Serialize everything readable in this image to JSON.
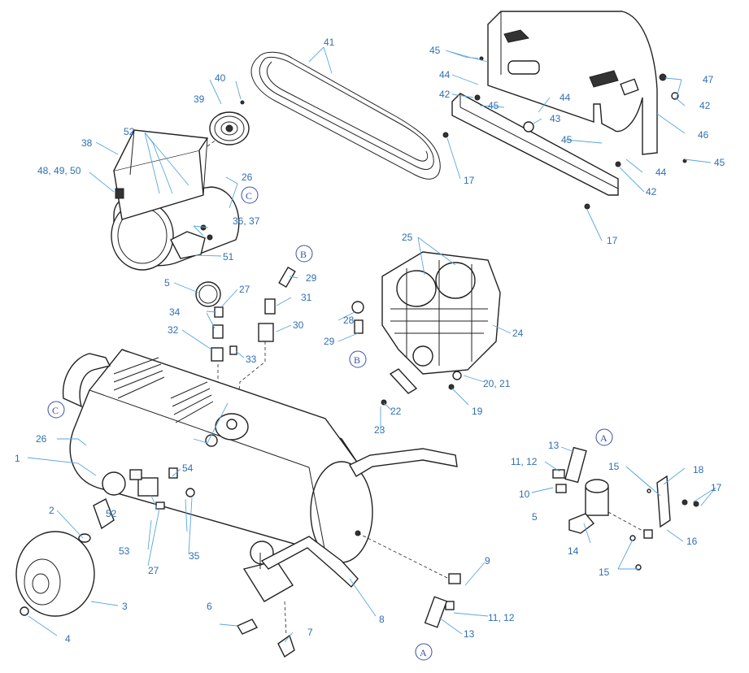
{
  "labels": {
    "l1": "1",
    "l2": "2",
    "l3": "3",
    "l4": "4",
    "l5a": "5",
    "l5b": "5",
    "l6": "6",
    "l7": "7",
    "l8": "8",
    "l9": "9",
    "l10": "10",
    "l1112a": "11, 12",
    "l1112b": "11, 12",
    "l13a": "13",
    "l13b": "13",
    "l14": "14",
    "l15a": "15",
    "l15b": "15",
    "l16": "16",
    "l17a": "17",
    "l17b": "17",
    "l17c": "17",
    "l18": "18",
    "l19": "19",
    "l2021": "20, 21",
    "l22": "22",
    "l23": "23",
    "l24": "24",
    "l25": "25",
    "l26a": "26",
    "l26b": "26",
    "l27a": "27",
    "l27b": "27",
    "l28": "28",
    "l29a": "29",
    "l29b": "29",
    "l30": "30",
    "l31": "31",
    "l32": "32",
    "l33": "33",
    "l34": "34",
    "l35": "35",
    "l3637": "36, 37",
    "l38": "38",
    "l39": "39",
    "l40": "40",
    "l41": "41",
    "l42a": "42",
    "l42b": "42",
    "l42c": "42",
    "l43": "43",
    "l44a": "44",
    "l44b": "44",
    "l44c": "44",
    "l45a": "45",
    "l45b": "45",
    "l45c": "45",
    "l45d": "45",
    "l46": "46",
    "l47": "47",
    "l484950": "48, 49, 50",
    "l51": "51",
    "l52a": "52",
    "l52b": "52",
    "l53": "53",
    "l54": "54"
  },
  "connectors": {
    "cA1": "A",
    "cA2": "A",
    "cB1": "B",
    "cB2": "B",
    "cC1": "C",
    "cC2": "C"
  },
  "colors": {
    "label": "#2e6fb3",
    "leader": "#5aa6e0",
    "connector": "#3a4fa8",
    "line": "#222222"
  }
}
